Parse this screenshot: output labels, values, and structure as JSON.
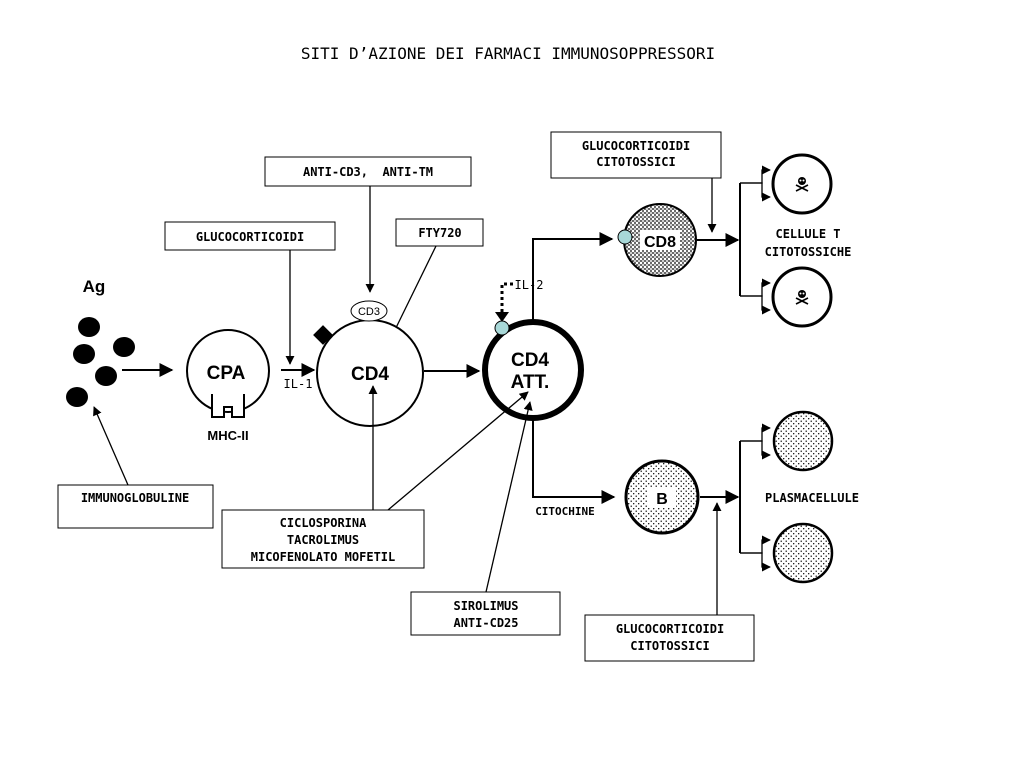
{
  "title": "SITI D’AZIONE DEI FARMACI IMMUNOSOPPRESSORI",
  "nodes": {
    "ag": "Ag",
    "cpa": "CPA",
    "mhc": "MHC-II",
    "cd4": "CD4",
    "cd3": "CD3",
    "cd4_att_line1": "CD4",
    "cd4_att_line2": "ATT.",
    "cd8": "CD8",
    "b": "B"
  },
  "labels": {
    "il1": "IL-1",
    "il2": "IL-2",
    "citochine": "CITOCHINE",
    "cellule_t_line1": "CELLULE T",
    "cellule_t_line2": "CITOTOSSICHE",
    "plasmacellule": "PLASMACELLULE"
  },
  "drug_boxes": {
    "immunoglobuline": "IMMUNOGLOBULINE",
    "glucocorticoidi": "GLUCOCORTICOIDI",
    "anti_cd3_tm": "ANTI-CD3,  ANTI-TM",
    "fty720": "FTY720",
    "gluco_cito_top_1": "GLUCOCORTICOIDI",
    "gluco_cito_top_2": "CITOTOSSICI",
    "ciclosporina_1": "CICLOSPORINA",
    "ciclosporina_2": "TACROLIMUS",
    "ciclosporina_3": "MICOFENOLATO MOFETIL",
    "sirolimus_1": "SIROLIMUS",
    "sirolimus_2": "ANTI-CD25",
    "gluco_cito_bottom_1": "GLUCOCORTICOIDI",
    "gluco_cito_bottom_2": "CITOTOSSICI"
  },
  "icons": {
    "dead_cell": "skull-crossbones-icon",
    "receptor": "il2-receptor-dot"
  },
  "colors": {
    "ink": "#000000",
    "receptor_fill": "#a8d8d8",
    "background": "#ffffff"
  }
}
